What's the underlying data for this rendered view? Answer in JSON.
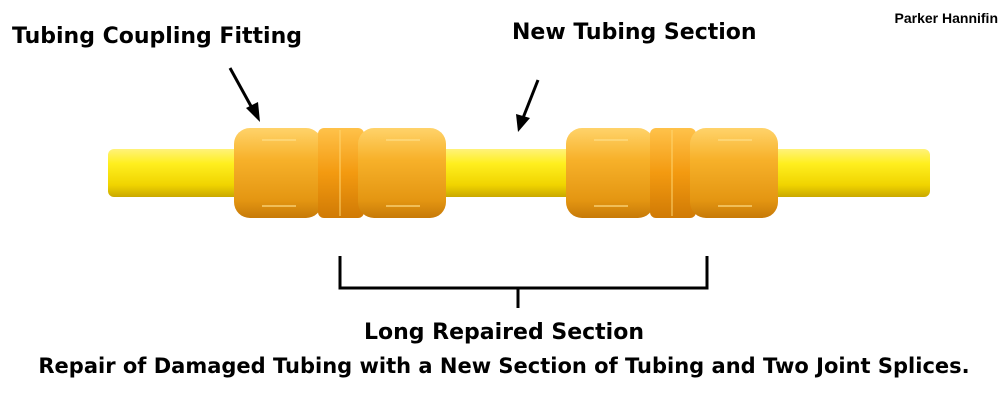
{
  "credit": "Parker Hannifin",
  "labels": {
    "fitting": "Tubing Coupling Fitting",
    "new_section": "New Tubing Section",
    "long_section": "Long Repaired Section",
    "caption": "Repair of Damaged Tubing with a New Section of Tubing and Two Joint Splices."
  },
  "colors": {
    "tubing": "#f6e400",
    "fitting": "#f2a81a",
    "text": "#000000"
  }
}
